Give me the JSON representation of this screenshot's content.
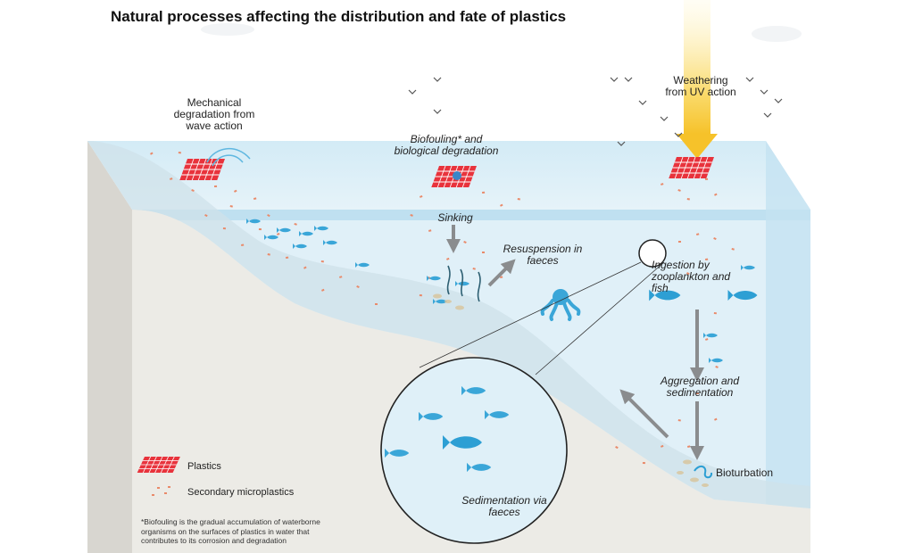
{
  "title": "Natural processes affecting the distribution and fate of plastics",
  "labels": {
    "mechanical": [
      "Mechanical",
      "degradation from",
      "wave action"
    ],
    "biofouling": [
      "Biofouling* and",
      "biological degradation"
    ],
    "weathering": [
      "Weathering",
      "from UV action"
    ],
    "sinking": "Sinking",
    "resuspension": [
      "Resuspension in",
      "faeces"
    ],
    "ingestion": [
      "Ingestion by",
      "zooplankton and",
      "fish"
    ],
    "aggregation": [
      "Aggregation and",
      "sedimentation"
    ],
    "bioturbation": "Bioturbation",
    "sedimentation_faeces": [
      "Sedimentation via",
      "faeces"
    ]
  },
  "legend": {
    "plastics": "Plastics",
    "microplastics": "Secondary microplastics"
  },
  "footnote": "*Biofouling is the gradual accumulation of waterborne organisms on the surfaces of plastics in water that contributes to its corrosion and degradation",
  "colors": {
    "plastic_red": "#e8333c",
    "micro_orange": "#e98a6a",
    "water_light": "#dff0f8",
    "water_top": "#c9e6f4",
    "fish_blue": "#3aa6d8",
    "seabed": "#ecebe6",
    "arrow_gray": "#8a8c8e",
    "sun_yellow": "#f7c93b"
  },
  "icons": {
    "bird": "bird-icon",
    "fish": "fish-icon",
    "octopus": "octopus-icon",
    "seaweed": "seaweed-icon",
    "worm": "worm-icon",
    "sun_ray": "sun-ray-icon"
  }
}
